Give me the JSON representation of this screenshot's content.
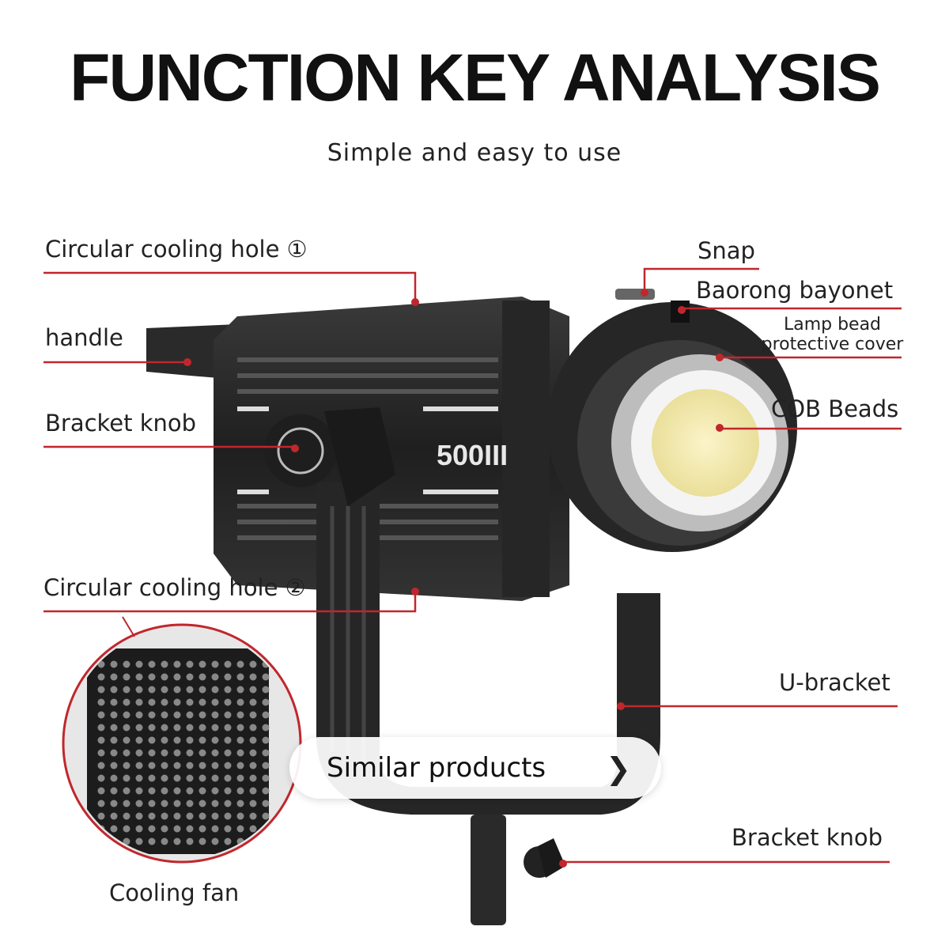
{
  "header": {
    "title": "FUNCTION KEY ANALYSIS",
    "subtitle": "Simple and easy to use"
  },
  "product": {
    "model_text": "500III"
  },
  "labels": {
    "cooling_hole_1": "Circular cooling hole ①",
    "handle": "handle",
    "bracket_knob_left": "Bracket knob",
    "cooling_hole_2": "Circular cooling hole ②",
    "cooling_fan": "Cooling fan",
    "snap": "Snap",
    "bayonet": "Baorong bayonet",
    "cover_line1": "Lamp bead",
    "cover_line2": "protective cover",
    "cob": "COB Beads",
    "u_bracket": "U-bracket",
    "bracket_knob_right": "Bracket knob"
  },
  "overlay": {
    "similar_products": "Similar products",
    "chevron_icon": "chevron-right-icon"
  },
  "colors": {
    "leader": "#c0272d",
    "body": "#2b2b2b",
    "cob": "#f3ebb4"
  }
}
